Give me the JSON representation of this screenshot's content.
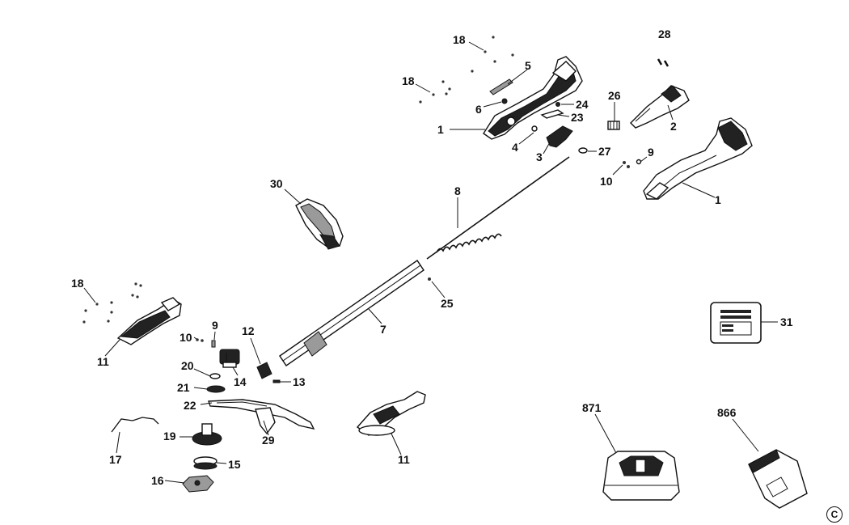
{
  "diagram": {
    "callouts": {
      "c18a": "18",
      "c5": "5",
      "c18b": "18",
      "c6": "6",
      "c1a": "1",
      "c4": "4",
      "c3": "3",
      "c24": "24",
      "c23": "23",
      "c27": "27",
      "c26": "26",
      "c28": "28",
      "c2": "2",
      "c9a": "9",
      "c10a": "10",
      "c1b": "1",
      "c30": "30",
      "c8": "8",
      "c25": "25",
      "c7": "7",
      "c18c": "18",
      "c11a": "11",
      "c9b": "9",
      "c10b": "10",
      "c12": "12",
      "c13": "13",
      "c14": "14",
      "c20": "20",
      "c21": "21",
      "c22": "22",
      "c29": "29",
      "c19": "19",
      "c17": "17",
      "c15": "15",
      "c16": "16",
      "c11b": "11",
      "c31": "31",
      "c871": "871",
      "c866": "866"
    },
    "copyright_symbol": "C"
  }
}
